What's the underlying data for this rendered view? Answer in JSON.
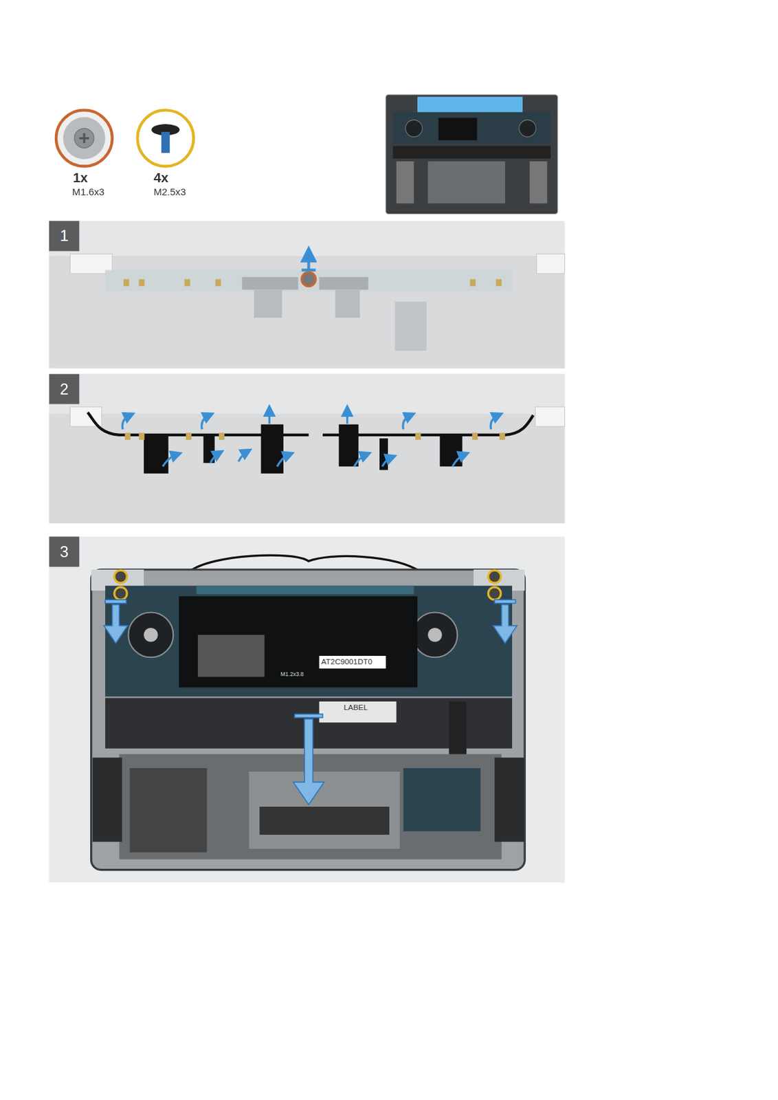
{
  "diagram": {
    "nodes": [
      {
        "text": [
          "1"
        ]
      },
      {
        "text": [
          "2"
        ]
      },
      {
        "text": [
          "3"
        ]
      }
    ],
    "labels": [
      "1x",
      "M1.6x3",
      "4x",
      "M2.5x3",
      "M1.2x3.8",
      "AT2C9001DT0",
      "LABEL"
    ]
  }
}
